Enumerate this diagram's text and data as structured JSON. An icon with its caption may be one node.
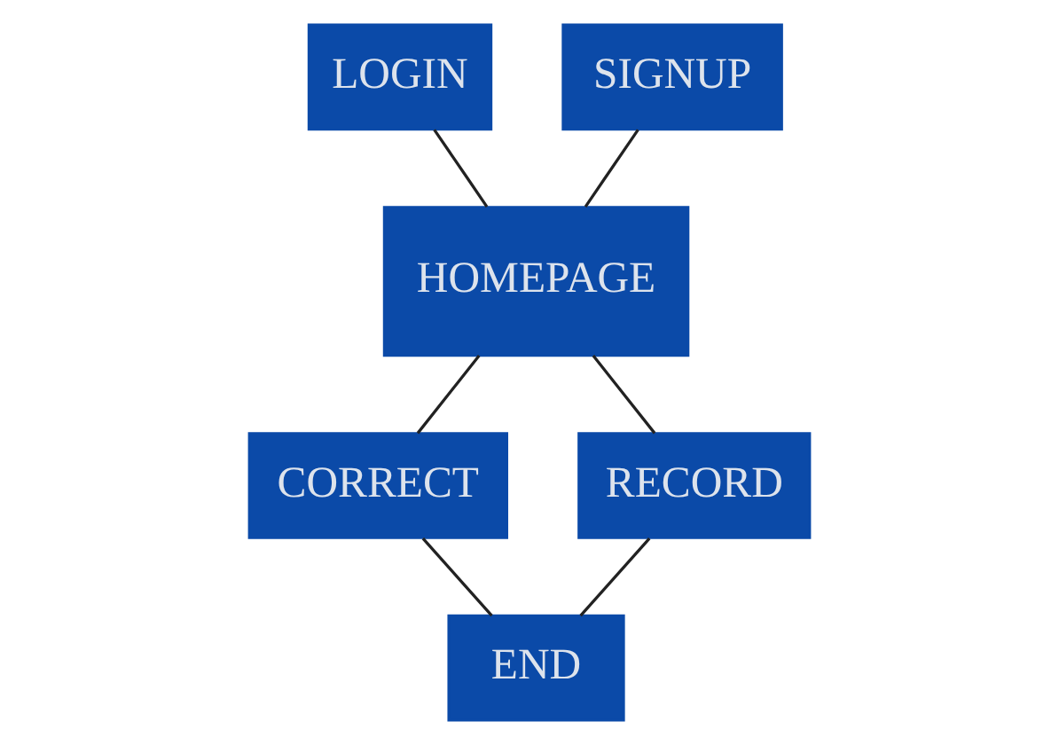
{
  "diagram": {
    "nodes": [
      {
        "text": [
          "LOGIN"
        ]
      },
      {
        "text": [
          "SIGNUP"
        ]
      },
      {
        "text": [
          "HOMEPAGE"
        ]
      },
      {
        "text": [
          "CORRECT"
        ]
      },
      {
        "text": [
          "RECORD"
        ]
      },
      {
        "text": [
          "END"
        ]
      }
    ],
    "edges": [
      {
        "from": 0,
        "to": 2,
        "arrow": "none"
      },
      {
        "from": 1,
        "to": 2,
        "arrow": "none"
      },
      {
        "from": 2,
        "to": 3,
        "arrow": "none"
      },
      {
        "from": 2,
        "to": 4,
        "arrow": "none"
      },
      {
        "from": 3,
        "to": 5,
        "arrow": "none"
      },
      {
        "from": 4,
        "to": 5,
        "arrow": "none"
      }
    ]
  }
}
